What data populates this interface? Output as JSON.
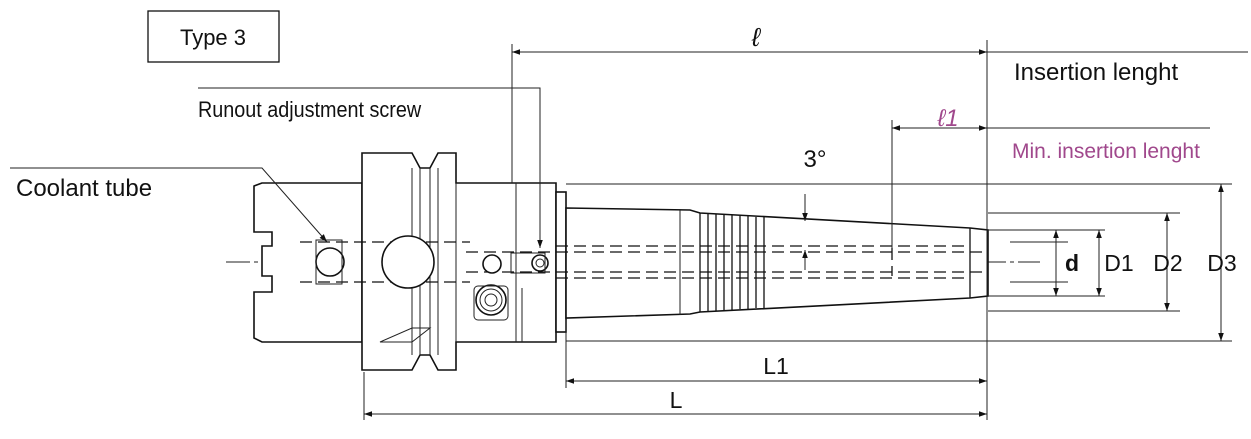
{
  "type_label": "Type 3",
  "labels": {
    "ell": "ℓ",
    "ell1": "ℓ1",
    "insertion_length": "Insertion lenght",
    "min_insertion_length": "Min. insertion lenght",
    "runout_screw": "Runout adjustment screw",
    "coolant_tube": "Coolant tube",
    "angle": "3°",
    "d": "d",
    "D1": "D1",
    "D2": "D2",
    "D3": "D3",
    "L1": "L1",
    "L": "L"
  },
  "colors": {
    "line": "#111111",
    "accent": "#a0488c"
  }
}
